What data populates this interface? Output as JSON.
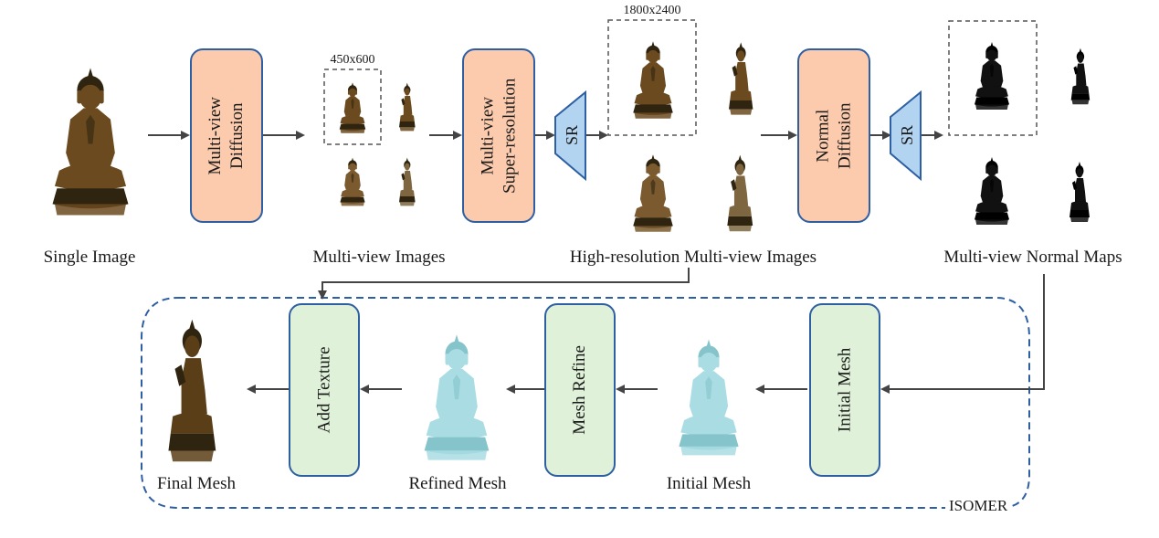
{
  "figure": {
    "stages": {
      "single_image": "Single Image",
      "multiview_images": "Multi-view Images",
      "highres_images": "High-resolution Multi-view Images",
      "normal_maps": "Multi-view Normal Maps",
      "final_mesh": "Final Mesh",
      "refined_mesh": "Refined Mesh",
      "initial_mesh": "Initial Mesh"
    },
    "modules": {
      "multiview_diffusion": [
        "Multi-view",
        "Diffusion"
      ],
      "multiview_sr": [
        "Multi-view",
        "Super-resolution"
      ],
      "normal_diffusion": [
        "Normal",
        "Diffusion"
      ],
      "add_texture": "Add Texture",
      "mesh_refine": "Mesh Refine",
      "initial_mesh": "Initial Mesh"
    },
    "sr_blocks": [
      "SR",
      "SR"
    ],
    "resolutions": {
      "low": "450x600",
      "high": "1800x2400"
    },
    "group_label": "ISOMER"
  },
  "colors": {
    "module_orange": "#fccbad",
    "module_green": "#dff1d8",
    "module_border": "#2e5fa3",
    "sr_fill": "#b3d4f0",
    "arrow": "#444444",
    "group_border": "#2e5fa3",
    "bronze": "#6b4a1f",
    "mesh": "#a9dde3",
    "normal": "#111111"
  }
}
